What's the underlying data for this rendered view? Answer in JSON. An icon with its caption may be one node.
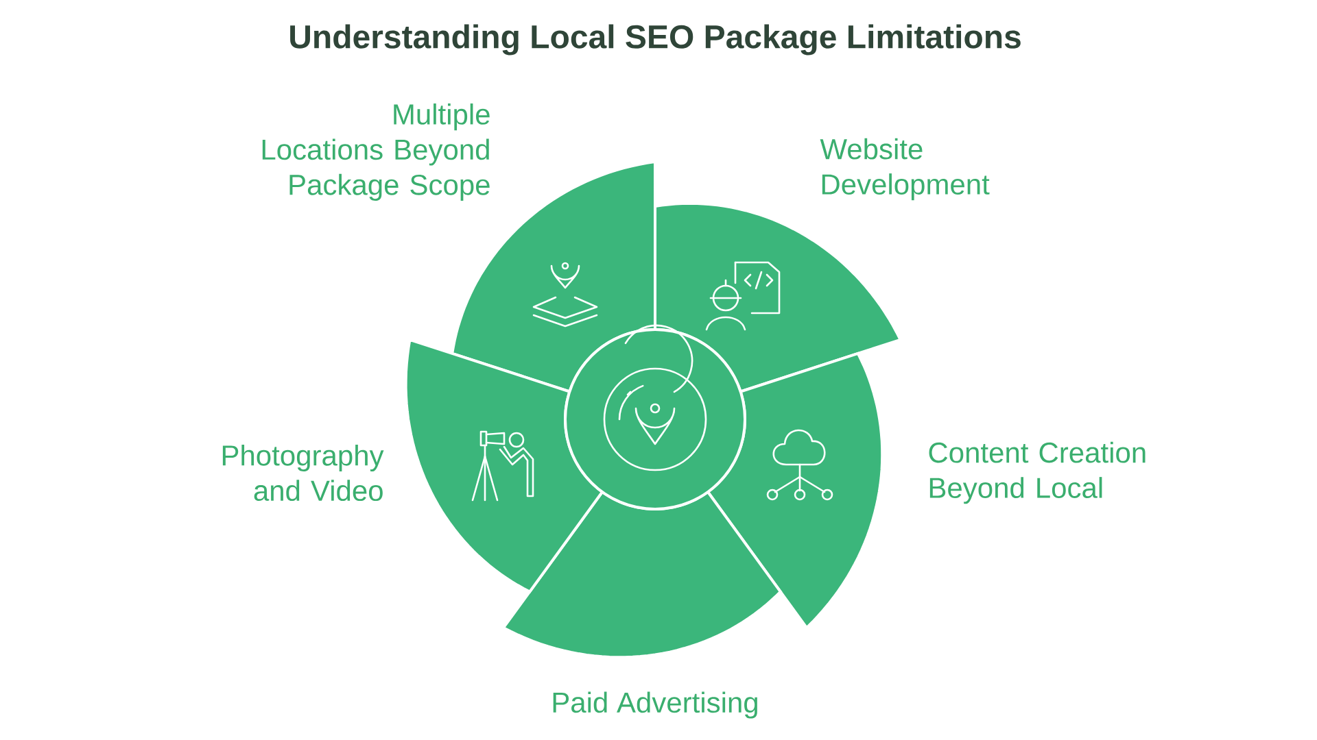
{
  "diagram": {
    "title": "Understanding Local SEO Package Limitations",
    "nodes": [
      {
        "text": [
          "Multiple Locations Beyond Package Scope"
        ]
      },
      {
        "text": [
          "Website Development"
        ]
      },
      {
        "text": [
          "Content Creation Beyond Local"
        ]
      },
      {
        "text": [
          "Paid Advertising"
        ]
      },
      {
        "text": [
          "Photography and Video"
        ]
      },
      {
        "text": [],
        "shape": "circle"
      }
    ]
  }
}
